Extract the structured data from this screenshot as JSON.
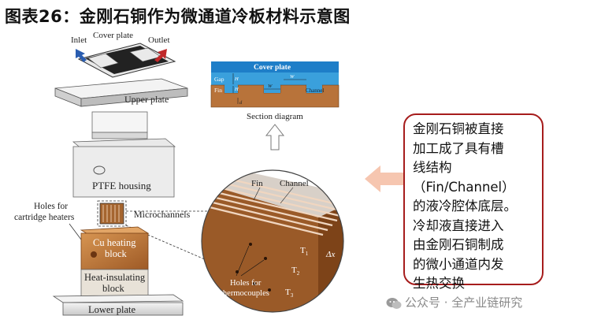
{
  "title": "图表26：金刚石铜作为微通道冷板材料示意图",
  "exploded_view": {
    "inlet": "Inlet",
    "cover_plate": "Cover plate",
    "outlet": "Outlet",
    "upper_plate": "Upper plate",
    "ptfe_housing": "PTFE housing",
    "holes_cartridge": "Holes for\ncartridge heaters",
    "microchannels": "Microchannels",
    "cu_heating_block": "Cu heating\nblock",
    "heat_insulating_block": "Heat-insulating\nblock",
    "lower_plate": "Lower plate"
  },
  "section_diagram": {
    "cover_plate": "Cover plate",
    "gap": "Gap",
    "fin": "Fin",
    "channel": "Channel",
    "caption": "Section diagram"
  },
  "zoom_view": {
    "fin": "Fin",
    "channel": "Channel",
    "holes_thermocouples": "Holes for\nthermocouples",
    "t1": "T",
    "t2": "T",
    "t3": "T",
    "dx": "Δx"
  },
  "callout": {
    "lines": [
      "金刚石铜被直接",
      "加工成了具有槽",
      "线结构",
      "（Fin/Channel）",
      "的液冷腔体底层。",
      "冷却液直接进入",
      "由金刚石铜制成",
      "的微小通道内发",
      "生热交换"
    ]
  },
  "watermark": "公众号 · 全产业链研究",
  "colors": {
    "accent_red": "#a61c1c",
    "copper": "#b8733a",
    "water_blue": "#3aa0dc",
    "arrow_pink": "#f6c6b0"
  }
}
